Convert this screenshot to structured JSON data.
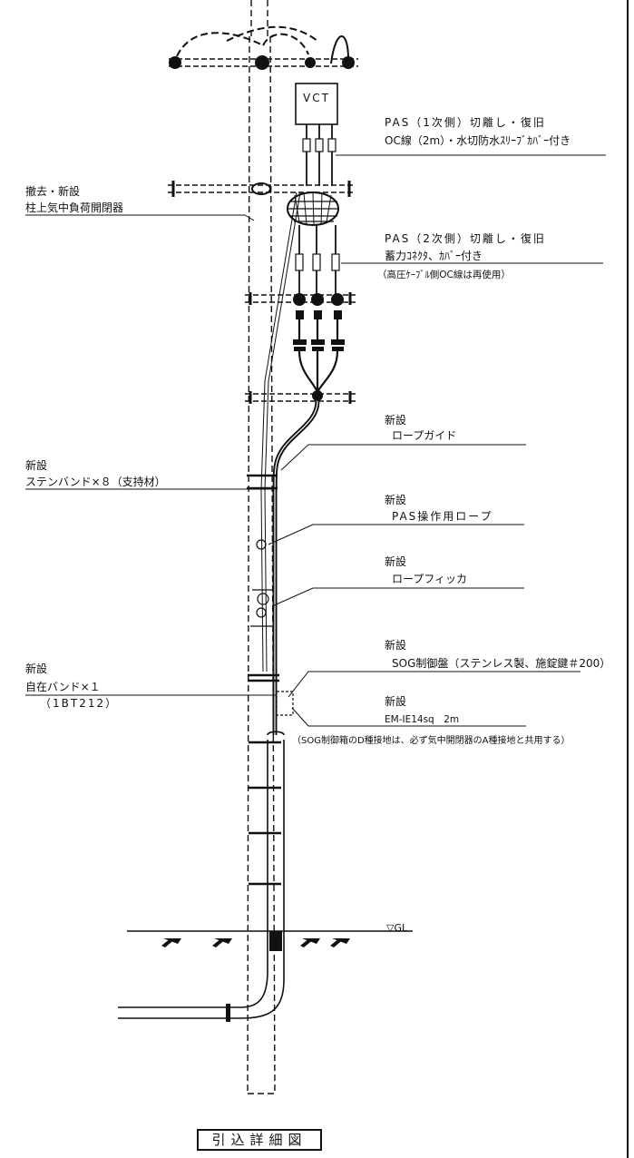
{
  "title": "引込詳細図",
  "vct": "VCT",
  "ground_level": "▽GL",
  "labels": {
    "pas1_l1": "PAS（1次側）切離し・復旧",
    "pas1_l2": "OC線（2m）・水切防水ｽﾘｰﾌﾞｶﾊﾞｰ付き",
    "remove_l1": "撤去・新設",
    "remove_l2": "柱上気中負荷開閉器",
    "pas2_l1": "PAS（2次側）切離し・復旧",
    "pas2_l2": "蓄力ｺﾈｸﾀ、ｶﾊﾞｰ付き",
    "pas2_l3": "（高圧ｹｰﾌﾞﾙ側OC線は再使用）",
    "rope_guide_l1": "新設",
    "rope_guide_l2": "ロープガイド",
    "stainband_l1": "新設",
    "stainband_l2": "ステンバンド×８（支持材）",
    "pas_rope_l1": "新設",
    "pas_rope_l2": "PAS操作用ロープ",
    "rope_hook_l1": "新設",
    "rope_hook_l2": "ロープフィッカ",
    "sog_l1": "新設",
    "sog_l2": "SOG制御盤（ステンレス製、施錠鍵＃200）",
    "jizai_l1": "新設",
    "jizai_l2": "自在バンド×１",
    "jizai_l3": "（1BT212）",
    "em_l1": "新設",
    "em_l2": "EM-IE14sq　2m",
    "ground_note": "（SOG制御箱のD種接地は、必ず気中開閉器のA種接地と共用する）"
  }
}
